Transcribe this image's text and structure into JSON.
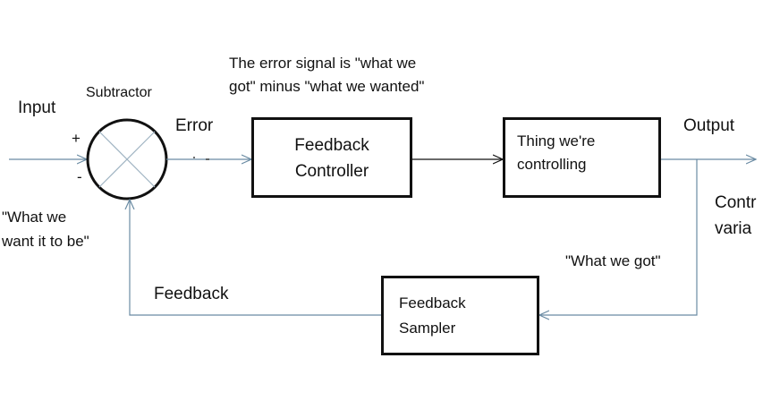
{
  "labels": {
    "input": "Input",
    "subtractor": "Subtractor",
    "plus": "+",
    "minus": "-",
    "error": "Error",
    "error_note_line1": "The error signal is \"what we",
    "error_note_line2": "got\" minus \"what we wanted\"",
    "want_line1": "\"What we",
    "want_line2": "want it to be\"",
    "output": "Output",
    "controlled_var_line1": "Contr",
    "controlled_var_line2": "varia",
    "what_we_got": "\"What we got\"",
    "feedback": "Feedback"
  },
  "blocks": {
    "controller": {
      "line1": "Feedback",
      "line2": "Controller"
    },
    "plant": {
      "line1": "Thing we're",
      "line2": "controlling"
    },
    "sampler": {
      "line1": "Feedback",
      "line2": "Sampler"
    }
  },
  "colors": {
    "signal_line": "#6a8ba3",
    "forward_line": "#111111",
    "summer": "#9fb3c2",
    "block_border": "#111111",
    "text": "#111111"
  }
}
